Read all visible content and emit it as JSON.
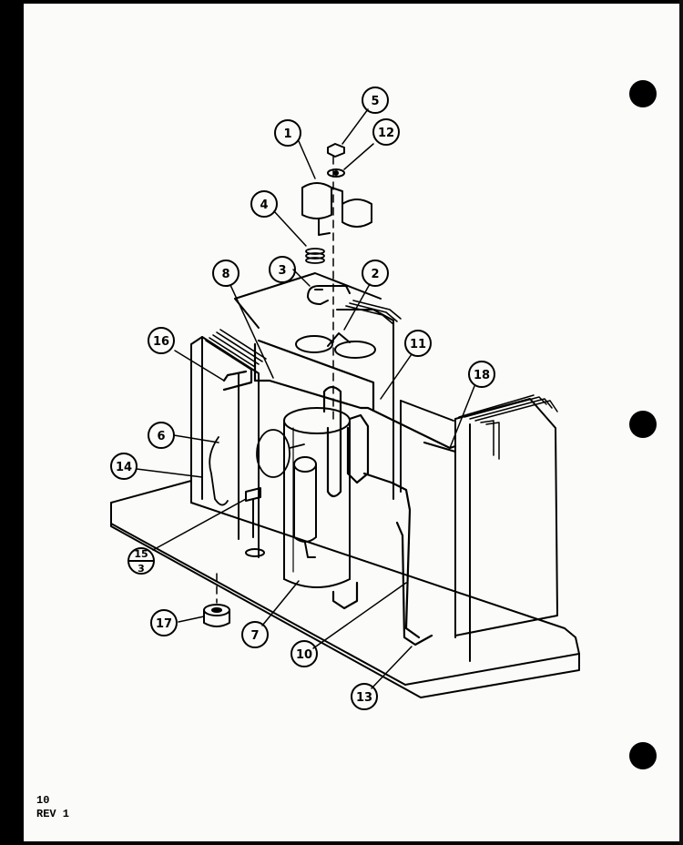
{
  "callouts": {
    "c1": "1",
    "c2": "2",
    "c3": "3",
    "c4": "4",
    "c5": "5",
    "c6": "6",
    "c7": "7",
    "c8": "8",
    "c10": "10",
    "c11": "11",
    "c12": "12",
    "c13": "13",
    "c14": "14",
    "c15_top": "15",
    "c15_bottom": "3",
    "c16": "16",
    "c17": "17",
    "c18": "18"
  },
  "footer": {
    "page_number": "10",
    "revision": "REV 1"
  },
  "colors": {
    "ink": "#000000",
    "paper": "#fbfbf9"
  }
}
